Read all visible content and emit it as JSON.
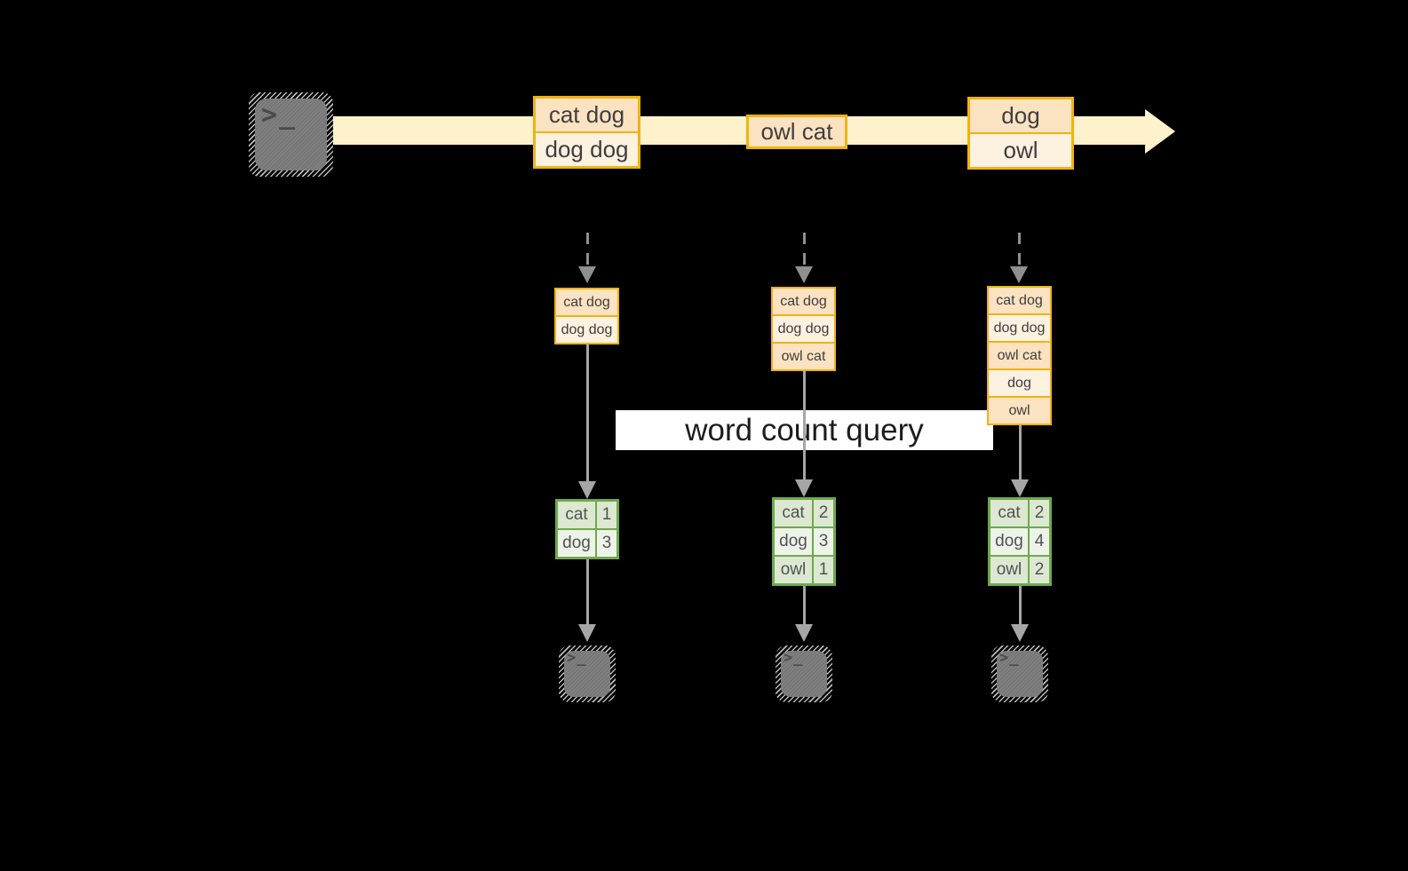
{
  "diagram": {
    "title_hidden": "",
    "query": {
      "label": "word count query"
    },
    "terminal_glyph": ">_"
  },
  "stream": {
    "band_color": "#fdf2cc",
    "box_border_color": "#f0b30f",
    "events": [
      {
        "lines": [
          "cat dog",
          "dog dog"
        ]
      },
      {
        "lines": [
          "owl cat"
        ]
      },
      {
        "lines": [
          "dog",
          "owl"
        ]
      }
    ]
  },
  "columns": [
    {
      "stack": [
        "cat dog",
        "dog dog"
      ],
      "counts": [
        {
          "word": "cat",
          "count": "1"
        },
        {
          "word": "dog",
          "count": "3"
        }
      ]
    },
    {
      "stack": [
        "cat dog",
        "dog dog",
        "owl cat"
      ],
      "counts": [
        {
          "word": "cat",
          "count": "2"
        },
        {
          "word": "dog",
          "count": "3"
        },
        {
          "word": "owl",
          "count": "1"
        }
      ]
    },
    {
      "stack": [
        "cat dog",
        "dog dog",
        "owl cat",
        "dog",
        "owl"
      ],
      "counts": [
        {
          "word": "cat",
          "count": "2"
        },
        {
          "word": "dog",
          "count": "4"
        },
        {
          "word": "owl",
          "count": "2"
        }
      ]
    }
  ],
  "colors": {
    "background": "#000000",
    "gold_border": "#f0b30f",
    "peach_dark": "#fbe2c1",
    "peach_light": "#fdf1e0",
    "green_border": "#6fa84e",
    "green_cell_dark": "#dce8d1",
    "green_cell_light": "#eef3e9",
    "arrow_gray": "#a6a6a6",
    "terminal_gray": "#7d7d7d"
  }
}
